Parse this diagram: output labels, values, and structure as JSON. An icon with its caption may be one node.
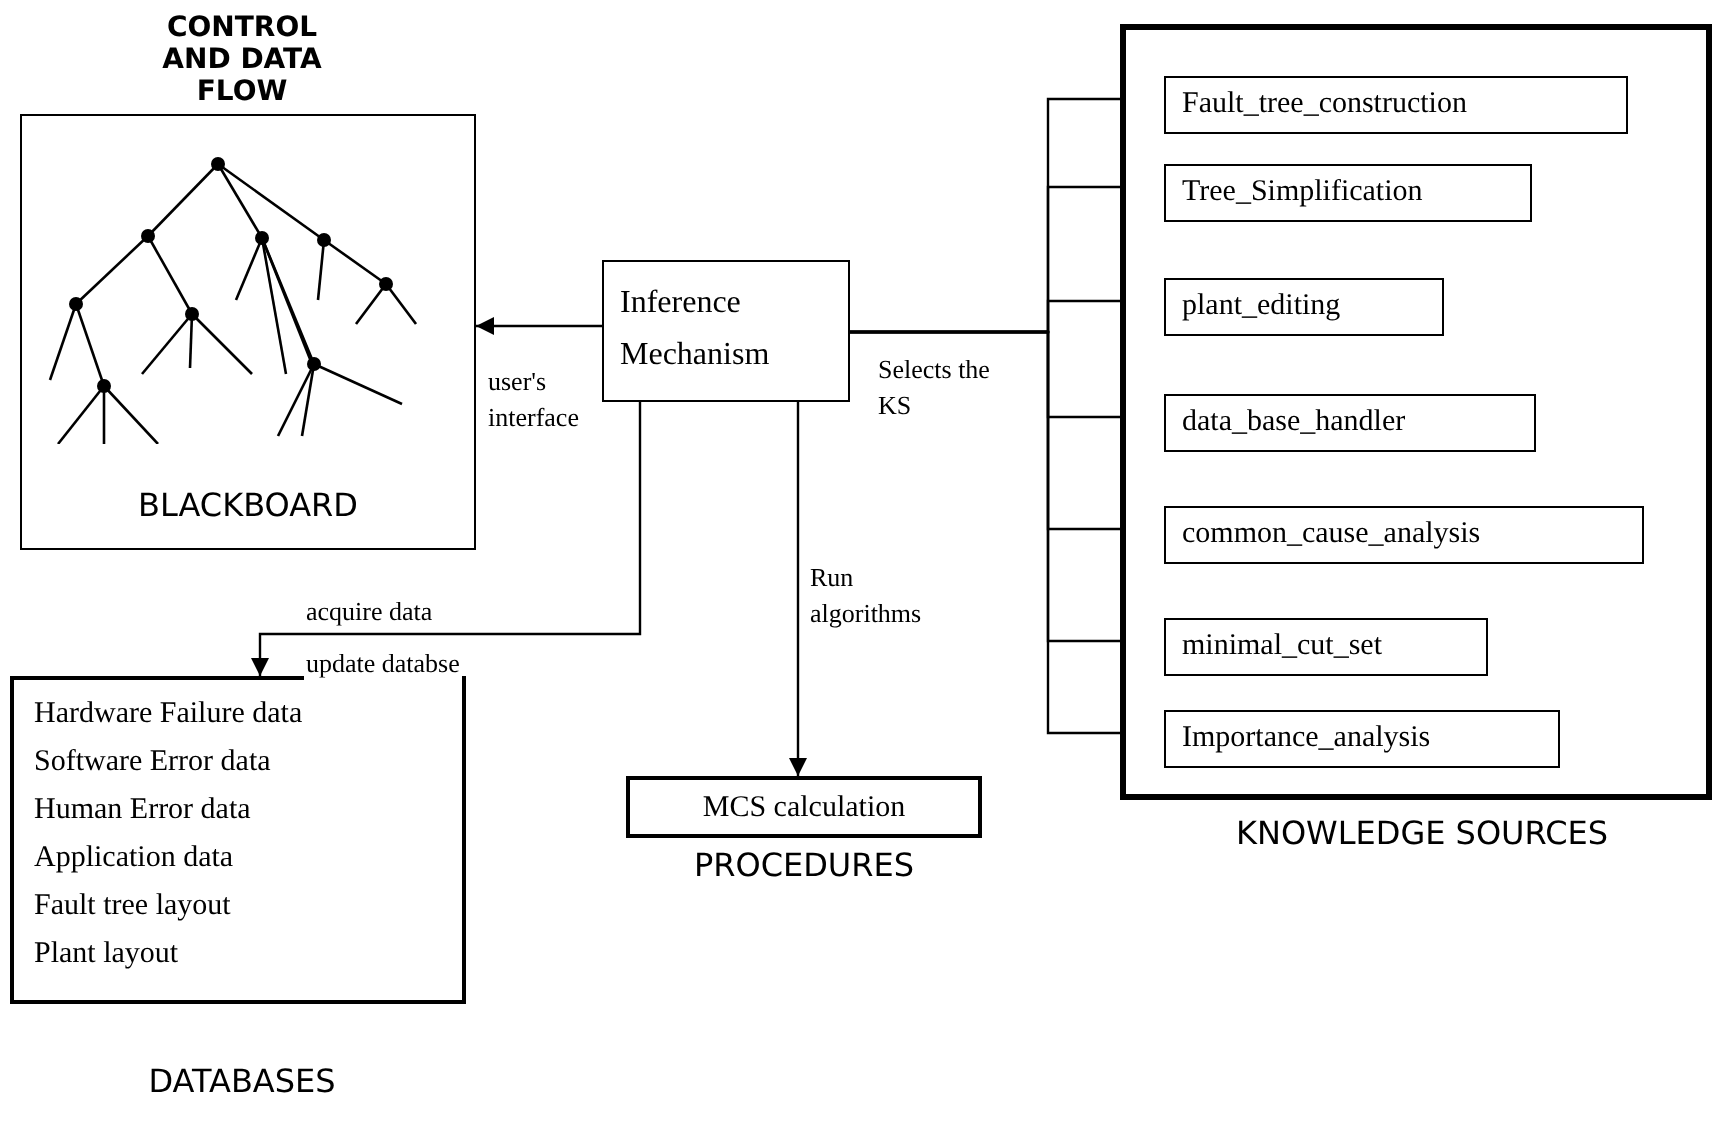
{
  "diagram": {
    "nodes": [
      {
        "text": [
          "CONTROL AND DATA FLOW",
          "BLACKBOARD"
        ]
      },
      {
        "text": [
          "Inference Mechanism"
        ]
      },
      {
        "text": [
          "KNOWLEDGE SOURCES"
        ]
      },
      {
        "text": [
          "Fault_tree_construction"
        ],
        "in": 2
      },
      {
        "text": [
          "Tree_Simplification"
        ],
        "in": 2
      },
      {
        "text": [
          "plant_editing"
        ],
        "in": 2
      },
      {
        "text": [
          "data_base_handler"
        ],
        "in": 2
      },
      {
        "text": [
          "common_cause_analysis"
        ],
        "in": 2
      },
      {
        "text": [
          "minimal_cut_set"
        ],
        "in": 2
      },
      {
        "text": [
          "Importance_analysis"
        ],
        "in": 2
      },
      {
        "text": [
          "Hardware Failure data",
          "Software Error data",
          "Human Error data",
          "Application data",
          "Fault tree layout",
          "Plant layout",
          "DATABASES"
        ]
      },
      {
        "text": [
          "MCS calculation",
          "PROCEDURES"
        ]
      }
    ],
    "edges": [
      {
        "from": 1,
        "to": 0,
        "arrow": "to",
        "label": "user's interface"
      },
      {
        "from": 1,
        "to": 10,
        "arrow": "to",
        "label": "acquire data"
      },
      {
        "from": 1,
        "to": 11,
        "arrow": "to",
        "label": "Run algorithms"
      },
      {
        "from": 1,
        "to": 3,
        "arrow": "to",
        "label": "Selects the KS"
      },
      {
        "from": 1,
        "to": 4,
        "arrow": "to"
      },
      {
        "from": 1,
        "to": 5,
        "arrow": "to"
      },
      {
        "from": 1,
        "to": 6,
        "arrow": "to"
      },
      {
        "from": 1,
        "to": 7,
        "arrow": "to"
      },
      {
        "from": 1,
        "to": 8,
        "arrow": "to"
      },
      {
        "from": 1,
        "to": 9,
        "arrow": "to"
      }
    ],
    "labels": [
      "update databse"
    ]
  }
}
